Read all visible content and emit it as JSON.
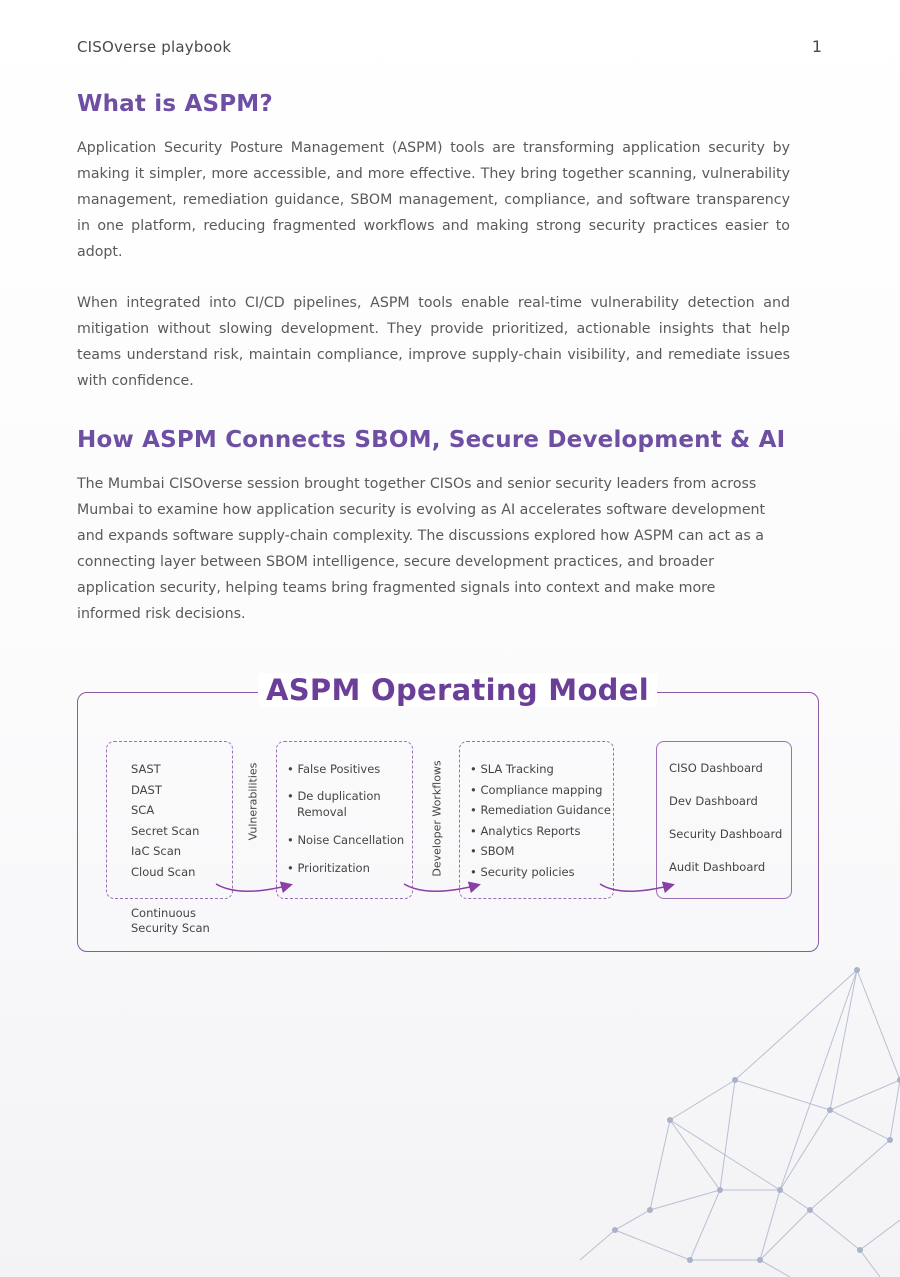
{
  "header": {
    "title": "CISOverse playbook",
    "page_number": "1"
  },
  "section1": {
    "heading": "What is ASPM?",
    "paragraphs": [
      "Application Security Posture Management (ASPM) tools are transforming application security by making it simpler, more accessible, and more effective. They bring together scanning, vulnerability management, remediation guidance, SBOM management, compliance, and software transparency in one platform, reducing fragmented workflows and making strong security practices easier to adopt.",
      "When integrated into CI/CD pipelines, ASPM tools enable real-time vulnerability detection and mitigation without slowing development. They provide prioritized, actionable insights that help teams understand risk, maintain compliance, improve supply-chain visibility, and remediate issues with confidence."
    ]
  },
  "section2": {
    "heading": "How ASPM Connects SBOM, Secure Development & AI",
    "paragraph": "The Mumbai CISOverse session brought together CISOs and senior security leaders from across Mumbai to examine how application security is evolving as AI accelerates software development and expands software supply-chain complexity. The discussions explored how ASPM can act as a connecting layer between SBOM intelligence, secure development practices, and broader application security, helping teams bring fragmented signals into context and make more informed risk decisions."
  },
  "model": {
    "title": "ASPM Operating Model",
    "scans": [
      "SAST",
      "DAST",
      "SCA",
      "Secret Scan",
      "IaC Scan",
      "Cloud Scan"
    ],
    "continuous": [
      "Continuous",
      "Security Scan"
    ],
    "label_vulnerabilities": "Vulnerabilities",
    "processing": [
      "• False Positives",
      "• De duplication",
      "Removal",
      "• Noise Cancellation",
      "• Prioritization"
    ],
    "label_developer": "Developer Workflows",
    "workflows": [
      "• SLA Tracking",
      "• Compliance mapping",
      "• Remediation Guidance",
      "• Analytics Reports",
      "• SBOM",
      "• Security policies"
    ],
    "dashboards": [
      "CISO Dashboard",
      "Dev Dashboard",
      "Security Dashboard",
      "Audit Dashboard"
    ],
    "colors": {
      "accent": "#6b3f98",
      "heading": "#6e4fa3",
      "border": "#9b6fb7"
    }
  }
}
